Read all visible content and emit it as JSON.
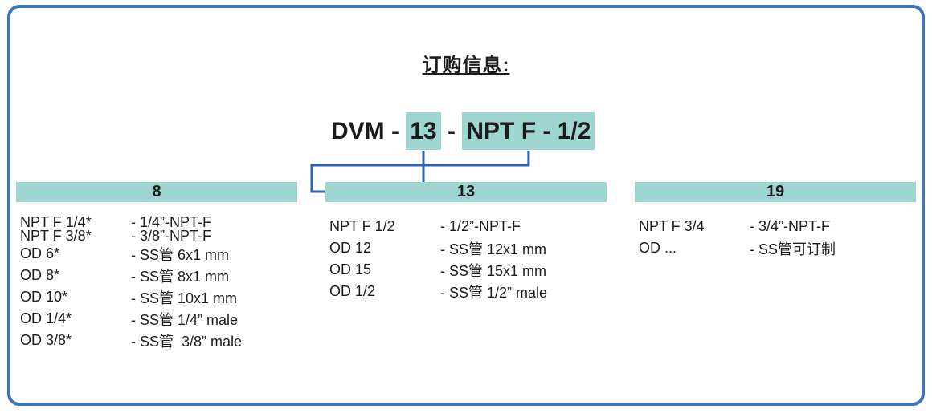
{
  "title": "订购信息:",
  "model_code": {
    "segments": [
      {
        "text": "DVM - ",
        "highlight": false
      },
      {
        "text": "13",
        "highlight": true
      },
      {
        "text": " - ",
        "highlight": false
      },
      {
        "text": "NPT F - 1/2",
        "highlight": true
      }
    ]
  },
  "columns": [
    {
      "header": "8",
      "rows": [
        {
          "code": "NPT F 1/4*",
          "desc": "- 1/4”-NPT-F"
        },
        {
          "code": "NPT F 3/8*",
          "desc": "- 3/8”-NPT-F"
        },
        {
          "code": "OD 6*",
          "desc": "- SS管 6x1 mm"
        },
        {
          "code": "OD 8*",
          "desc": "- SS管 8x1 mm"
        },
        {
          "code": "OD 10*",
          "desc": "- SS管 10x1 mm"
        },
        {
          "code": "OD 1/4*",
          "desc": "- SS管 1/4” male"
        },
        {
          "code": "OD 3/8*",
          "desc": "- SS管  3/8” male"
        }
      ]
    },
    {
      "header": "13",
      "rows": [
        {
          "code": "NPT F 1/2",
          "desc": "- 1/2”-NPT-F"
        },
        {
          "code": "OD 12",
          "desc": "- SS管 12x1 mm"
        },
        {
          "code": "OD 15",
          "desc": "- SS管 15x1 mm"
        },
        {
          "code": "OD 1/2",
          "desc": "- SS管 1/2” male"
        }
      ]
    },
    {
      "header": "19",
      "rows": [
        {
          "code": "NPT F 3/4",
          "desc": "- 3/4”-NPT-F"
        },
        {
          "code": "OD ...",
          "desc": "- SS管可订制"
        }
      ]
    }
  ],
  "colors": {
    "highlight": "#9ed5d1",
    "border": "#3e74ba",
    "connector": "#2e63b2",
    "text": "#1c1c1c"
  }
}
